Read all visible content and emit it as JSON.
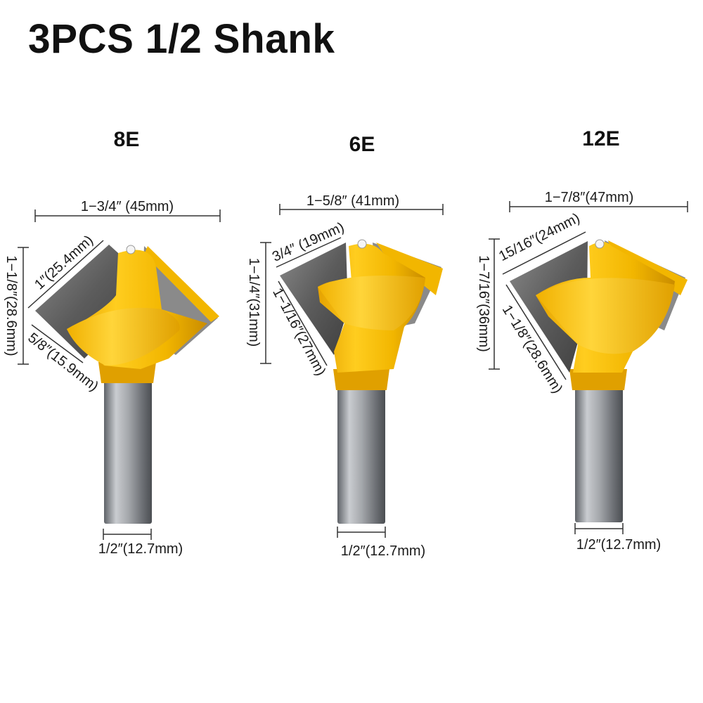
{
  "title": "3PCS 1/2 Shank",
  "bits": [
    {
      "name": "8E",
      "width": "1−3/4″ (45mm)",
      "cut_long": "1″(25.4mm)",
      "cut_short": "5/8″(15.9mm)",
      "height": "1−1/8″(28.6mm)",
      "shank": "1/2″(12.7mm)"
    },
    {
      "name": "6E",
      "width": "1−5/8″ (41mm)",
      "cut_long": "3/4″ (19mm)",
      "cut_short": "1−1/16″(27mm)",
      "height": "1−1/4″(31mm)",
      "shank": "1/2″(12.7mm)"
    },
    {
      "name": "12E",
      "width": "1−7/8″(47mm)",
      "cut_long": "15/16″(24mm)",
      "cut_short": "1−1/8″(28.6mm)",
      "height": "1−7/16″(36mm)",
      "shank": "1/2″(12.7mm)"
    }
  ],
  "colors": {
    "body": "#F2B600",
    "body_dark": "#D99800",
    "carbide": "#6E6E6E",
    "shank": "#9DA0A4"
  }
}
